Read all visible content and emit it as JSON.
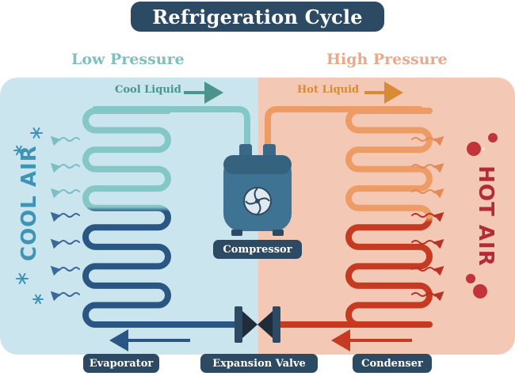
{
  "title": "Refrigeration Cycle",
  "sides": {
    "low": {
      "heading": "Low Pressure",
      "air_label": "COOL AIR",
      "flow_label": "Cool Liquid"
    },
    "high": {
      "heading": "High Pressure",
      "air_label": "HOT AIR",
      "flow_label": "Hot Liquid"
    }
  },
  "components": {
    "compressor": "Compressor",
    "evaporator": "Evaporator",
    "expansion_valve": "Expansion Valve",
    "condenser": "Condenser"
  },
  "colors": {
    "low_bg": "#cbe5ef",
    "high_bg": "#f3c9b6",
    "cool_pipe": "#84c7c7",
    "cold_pipe": "#2a5683",
    "warm_pipe": "#ee9c66",
    "hot_pipe": "#c63a22",
    "cool_air_text": "#3f93b5",
    "hot_air_text": "#b32b35",
    "label_bg": "#2c4a63"
  },
  "icons": [
    "snowflake-icon",
    "heat-dot-icon",
    "fan-icon",
    "arrow-icon",
    "wavy-air-icon"
  ]
}
